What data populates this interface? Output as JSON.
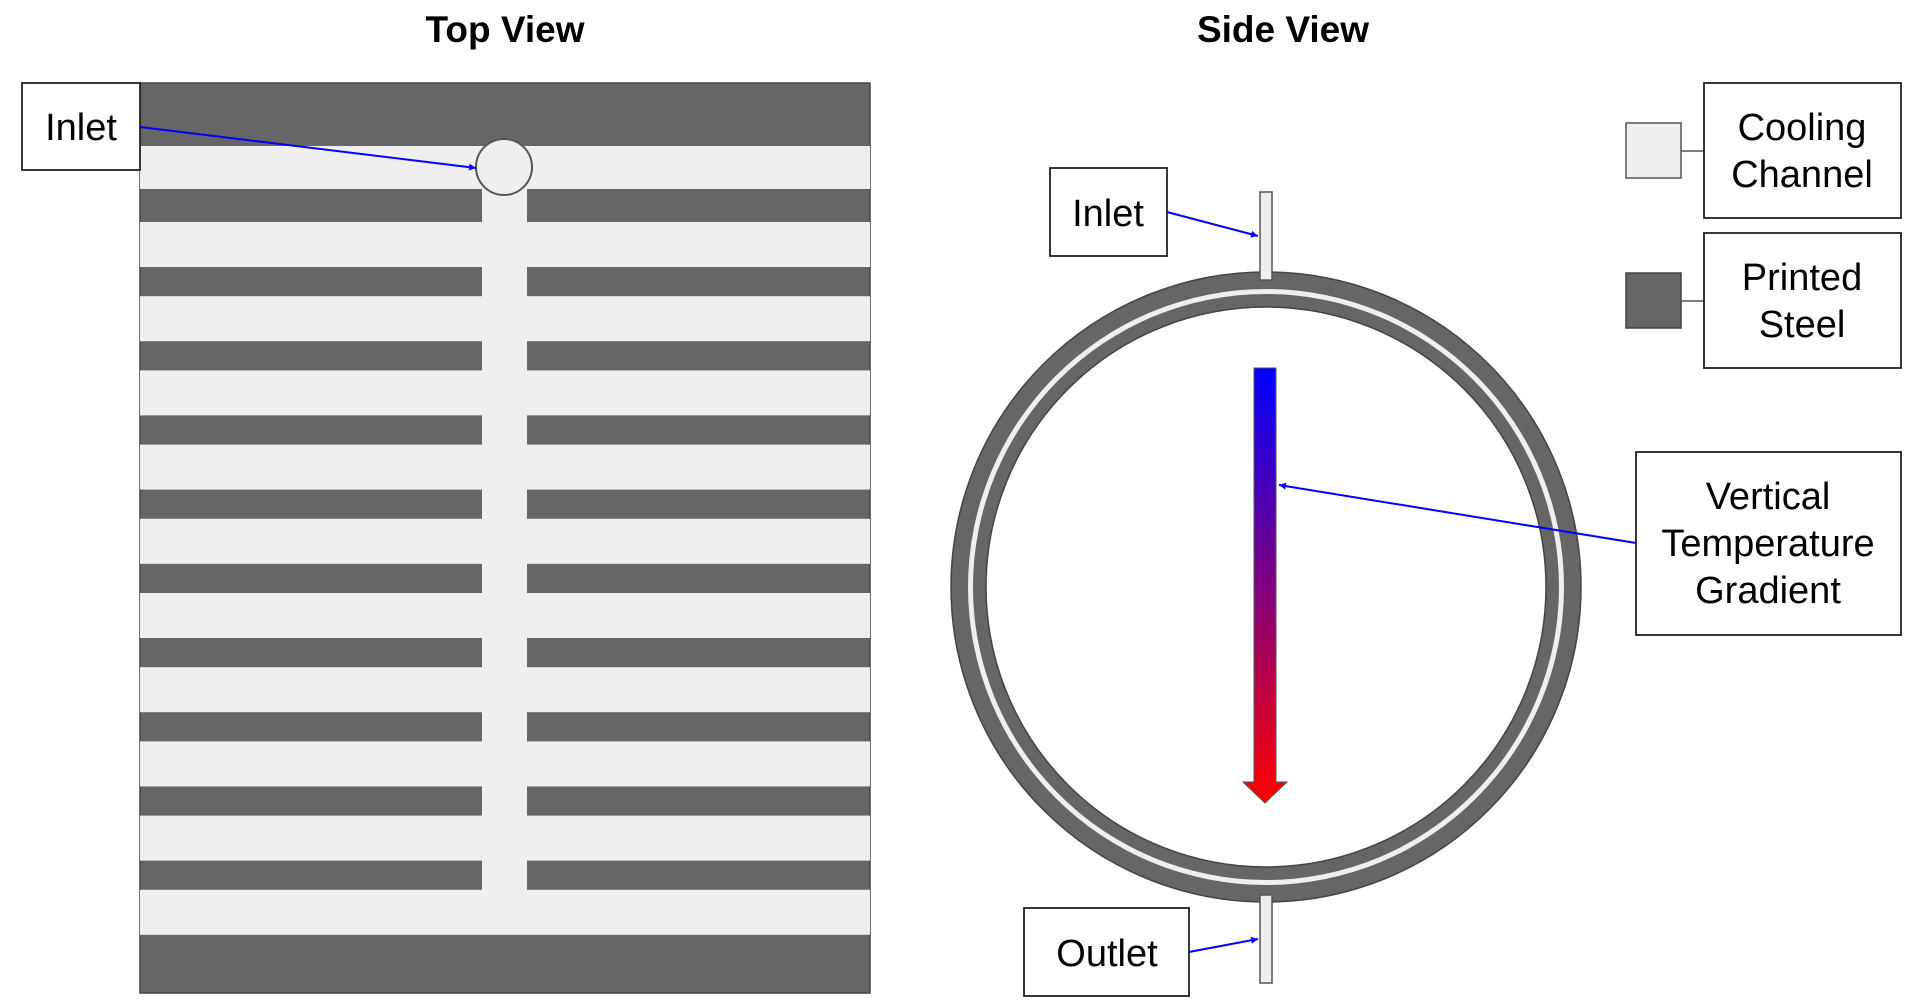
{
  "top_view": {
    "title": "Top View",
    "inlet_label": "Inlet"
  },
  "side_view": {
    "title": "Side View",
    "inlet_label": "Inlet",
    "outlet_label": "Outlet",
    "gradient_label": [
      "Vertical",
      "Temperature",
      "Gradient"
    ]
  },
  "legend": {
    "items": [
      {
        "lines": [
          "Cooling",
          "Channel"
        ],
        "color": "#efefef"
      },
      {
        "lines": [
          "Printed",
          "Steel"
        ],
        "color": "#666666"
      }
    ]
  },
  "colors": {
    "steel": "#666666",
    "channel": "#efefef",
    "arrow": "#0000ff",
    "gradient_top": "#0000ff",
    "gradient_bottom": "#ff0000"
  }
}
